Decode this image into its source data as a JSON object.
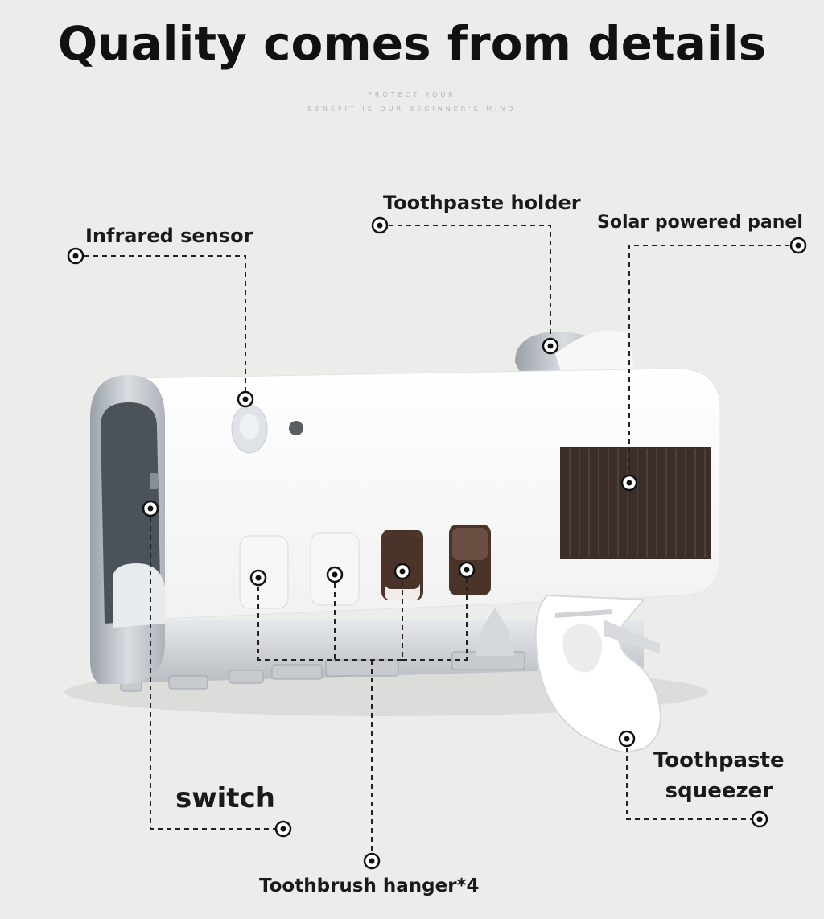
{
  "headline": "Quality comes from details",
  "tagline": {
    "line1": "PROTECT YOUR",
    "line2": "BENEFIT IS OUR BEGINNER'S MIND"
  },
  "callouts": {
    "toothpaste_holder": "Toothpaste holder",
    "infrared_sensor": "Infrared sensor",
    "solar_panel": "Solar powered panel",
    "switch": "switch",
    "squeezer_line1": "Toothpaste",
    "squeezer_line2": "squeezer",
    "toothbrush_hanger": "Toothbrush hanger*4"
  },
  "colors": {
    "background": "#ececea",
    "device_body": "#ffffff",
    "device_trim": "#b9bec4",
    "solar_panel": "#3b2d2a",
    "slot_dark": "#4a3328",
    "leader_line": "#222222"
  }
}
